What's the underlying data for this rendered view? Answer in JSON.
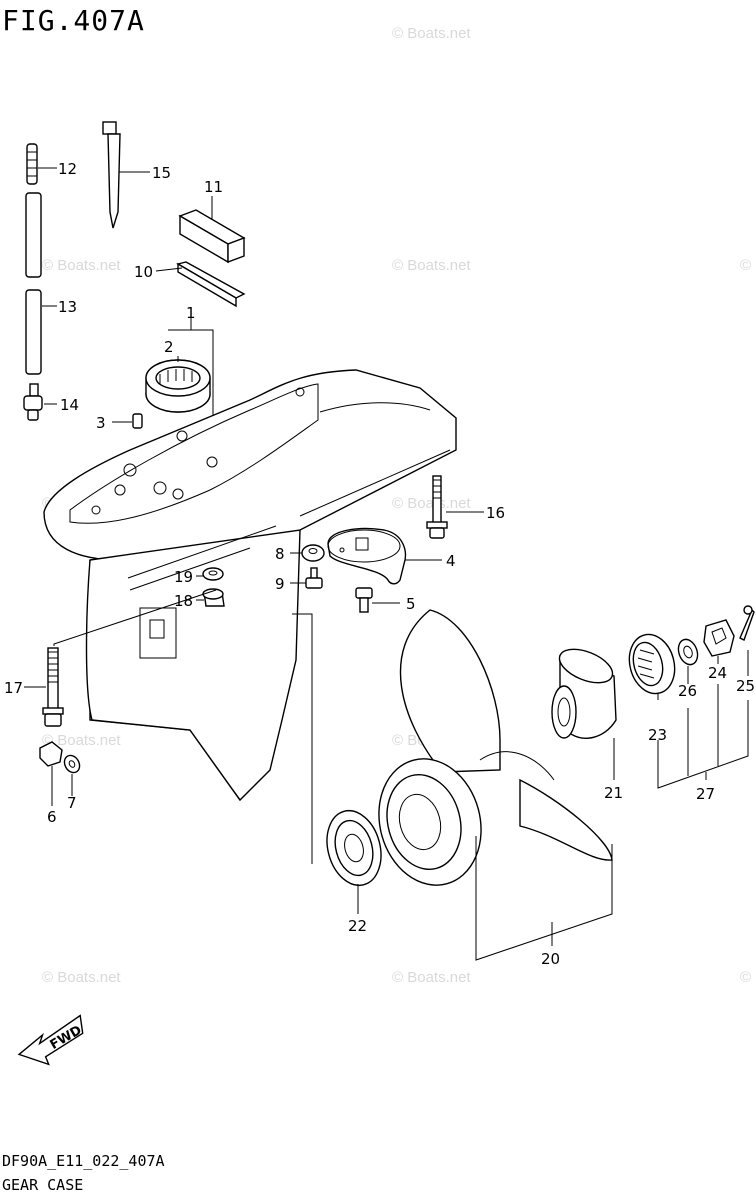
{
  "figure": {
    "title": "FIG.407A",
    "code": "DF90A_E11_022_407A",
    "caption": "GEAR CASE"
  },
  "watermark": "© Boats.net",
  "direction_label": "FWD",
  "callouts": [
    "1",
    "2",
    "3",
    "4",
    "5",
    "6",
    "7",
    "8",
    "9",
    "10",
    "11",
    "12",
    "13",
    "14",
    "15",
    "16",
    "17",
    "18",
    "19",
    "20",
    "21",
    "22",
    "23",
    "24",
    "25",
    "26",
    "27"
  ]
}
